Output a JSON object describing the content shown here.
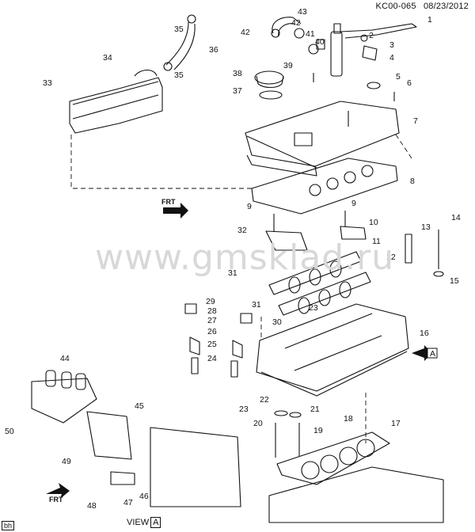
{
  "header": {
    "code": "KC00-065",
    "date": "08/23/2012"
  },
  "watermark": "www.gmsklad.ru",
  "corner_tag": "bh",
  "view_label": "VIEW",
  "view_letter": "A",
  "view_a_tag": "A",
  "frt_label": "FRT",
  "callouts": [
    {
      "n": "1"
    },
    {
      "n": "2"
    },
    {
      "n": "3"
    },
    {
      "n": "4"
    },
    {
      "n": "5"
    },
    {
      "n": "6"
    },
    {
      "n": "7"
    },
    {
      "n": "8"
    },
    {
      "n": "9"
    },
    {
      "n": "9"
    },
    {
      "n": "10"
    },
    {
      "n": "11"
    },
    {
      "n": "12"
    },
    {
      "n": "13"
    },
    {
      "n": "14"
    },
    {
      "n": "15"
    },
    {
      "n": "16"
    },
    {
      "n": "17"
    },
    {
      "n": "18"
    },
    {
      "n": "19"
    },
    {
      "n": "20"
    },
    {
      "n": "21"
    },
    {
      "n": "22"
    },
    {
      "n": "23"
    },
    {
      "n": "23"
    },
    {
      "n": "24"
    },
    {
      "n": "25"
    },
    {
      "n": "26"
    },
    {
      "n": "27"
    },
    {
      "n": "28"
    },
    {
      "n": "29"
    },
    {
      "n": "30"
    },
    {
      "n": "31"
    },
    {
      "n": "31"
    },
    {
      "n": "32"
    },
    {
      "n": "33"
    },
    {
      "n": "34"
    },
    {
      "n": "35"
    },
    {
      "n": "35"
    },
    {
      "n": "36"
    },
    {
      "n": "37"
    },
    {
      "n": "38"
    },
    {
      "n": "39"
    },
    {
      "n": "40"
    },
    {
      "n": "41"
    },
    {
      "n": "42"
    },
    {
      "n": "42"
    },
    {
      "n": "43"
    },
    {
      "n": "44"
    },
    {
      "n": "45"
    },
    {
      "n": "46"
    },
    {
      "n": "47"
    },
    {
      "n": "48"
    },
    {
      "n": "49"
    },
    {
      "n": "50"
    }
  ]
}
